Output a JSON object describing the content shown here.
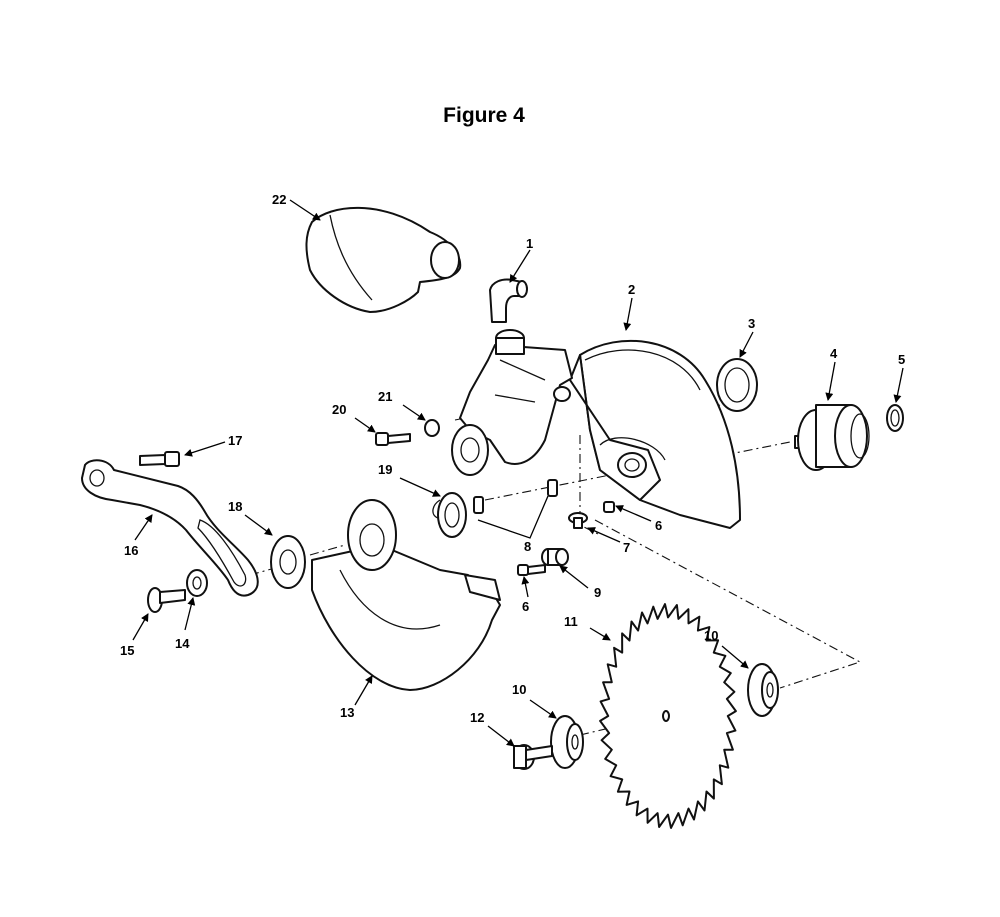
{
  "figure": {
    "title": "Figure 4"
  },
  "callouts": {
    "c1": "1",
    "c2": "2",
    "c3": "3",
    "c4": "4",
    "c5": "5",
    "c6a": "6",
    "c6b": "6",
    "c7": "7",
    "c8": "8",
    "c9": "9",
    "c10a": "10",
    "c10b": "10",
    "c11": "11",
    "c12": "12",
    "c13": "13",
    "c14": "14",
    "c15": "15",
    "c16": "16",
    "c17": "17",
    "c18": "18",
    "c19": "19",
    "c20": "20",
    "c21": "21",
    "c22": "22"
  },
  "colors": {
    "ink": "#111111",
    "paper": "#ffffff"
  }
}
